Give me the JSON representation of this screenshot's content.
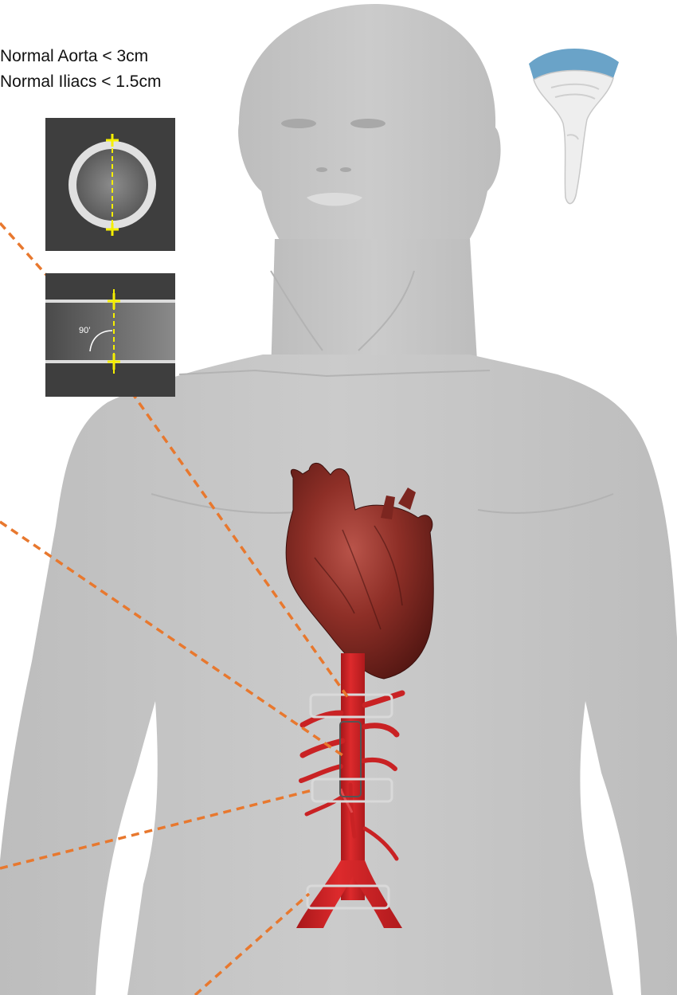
{
  "legend": {
    "aorta_normal": "Normal Aorta < 3cm",
    "iliac_normal": "Normal Iliacs < 1.5cm"
  },
  "longitudinal_view": {
    "angle_label": "90’"
  },
  "colors": {
    "body": "#c6c6c6",
    "panel": "#3e3e3e",
    "vessel": "#cc1f22",
    "leader": "#e8782e",
    "caliper": "#f5ef00"
  },
  "icons": [
    "curvilinear-probe-icon",
    "heart-icon"
  ]
}
